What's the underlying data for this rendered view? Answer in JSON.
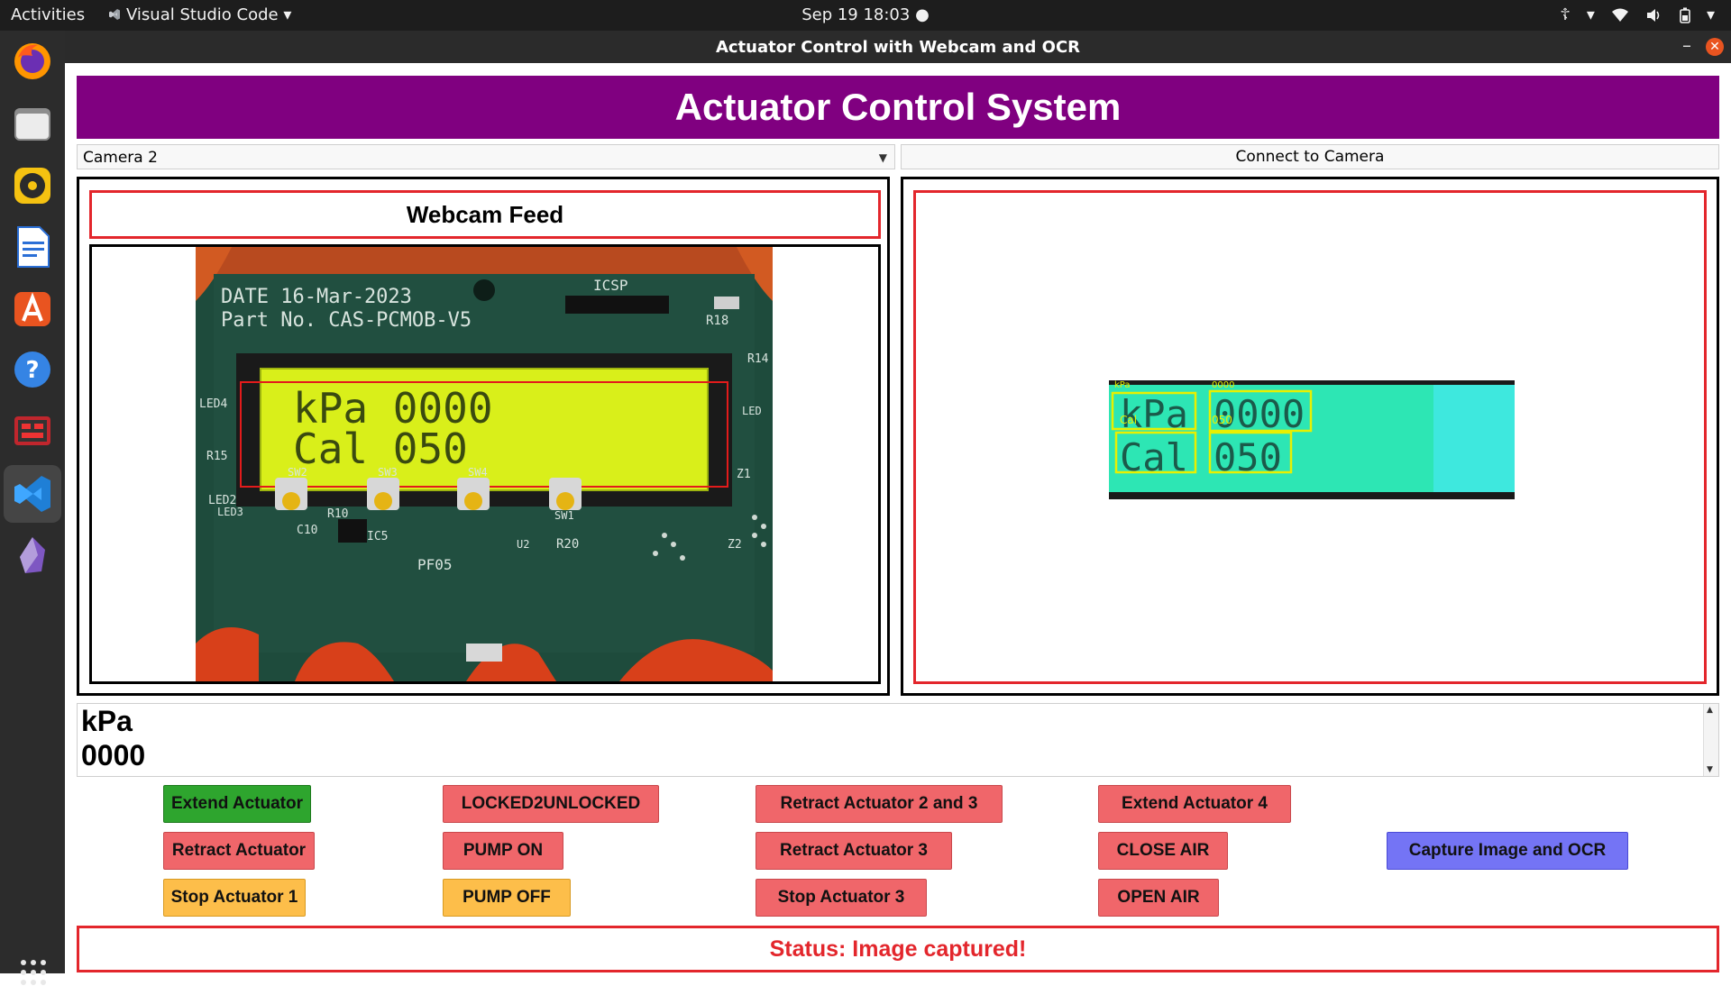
{
  "topbar": {
    "activities": "Activities",
    "app_name": "Visual Studio Code",
    "clock": "Sep 19  18:03"
  },
  "dock": {
    "items": [
      "firefox-icon",
      "files-icon",
      "rhythmbox-icon",
      "writer-icon",
      "app-center-icon",
      "help-icon",
      "presentation-icon",
      "vscode-icon",
      "obsidian-icon"
    ]
  },
  "window": {
    "title": "Actuator Control with Webcam and OCR"
  },
  "app": {
    "banner": "Actuator Control System",
    "camera_select": "Camera 2",
    "connect_button": "Connect to Camera",
    "webcam_label": "Webcam Feed",
    "ocr_lines": [
      "kPa",
      "0000"
    ],
    "status": "Status: Image captured!"
  },
  "webcam_image": {
    "board_text_1": "DATE 16-Mar-2023",
    "board_text_2": "Part No. CAS-PCMOB-V5",
    "icsp": "ICSP",
    "lcd_line_1": "kPa 0000",
    "lcd_line_2": "Cal 050",
    "labels": [
      "R18",
      "LED4",
      "R15",
      "LED2",
      "R14",
      "SW2",
      "SW3",
      "SW4",
      "SW1",
      "R10",
      "C10",
      "IC5",
      "PF05",
      "U2",
      "R20",
      "Z1",
      "Z2",
      "LED3",
      "LED"
    ]
  },
  "ocr_image": {
    "boxes": [
      {
        "text": "kPa",
        "small": "kPa"
      },
      {
        "text": "0000",
        "small": "0000"
      },
      {
        "text": "Cal",
        "small": "Cal"
      },
      {
        "text": "050",
        "small": "050"
      }
    ]
  },
  "buttons": [
    {
      "label": "Extend Actuator",
      "color": "#2ea52e"
    },
    {
      "label": "Retract Actuator",
      "color": "#f0666a"
    },
    {
      "label": "Stop Actuator 1",
      "color": "#fdbe4a"
    },
    {
      "label": "LOCKED2UNLOCKED",
      "color": "#f0666a"
    },
    {
      "label": "PUMP ON",
      "color": "#f0666a"
    },
    {
      "label": "PUMP OFF",
      "color": "#fdbe4a"
    },
    {
      "label": "Retract Actuator 2 and 3",
      "color": "#f0666a"
    },
    {
      "label": "Retract Actuator 3",
      "color": "#f0666a"
    },
    {
      "label": "Stop Actuator 3",
      "color": "#f0666a"
    },
    {
      "label": "Extend Actuator 4",
      "color": "#f0666a"
    },
    {
      "label": "CLOSE AIR",
      "color": "#f0666a"
    },
    {
      "label": "OPEN AIR",
      "color": "#f0666a"
    },
    {
      "label": "Capture Image and OCR",
      "color": "#7474f5"
    }
  ]
}
